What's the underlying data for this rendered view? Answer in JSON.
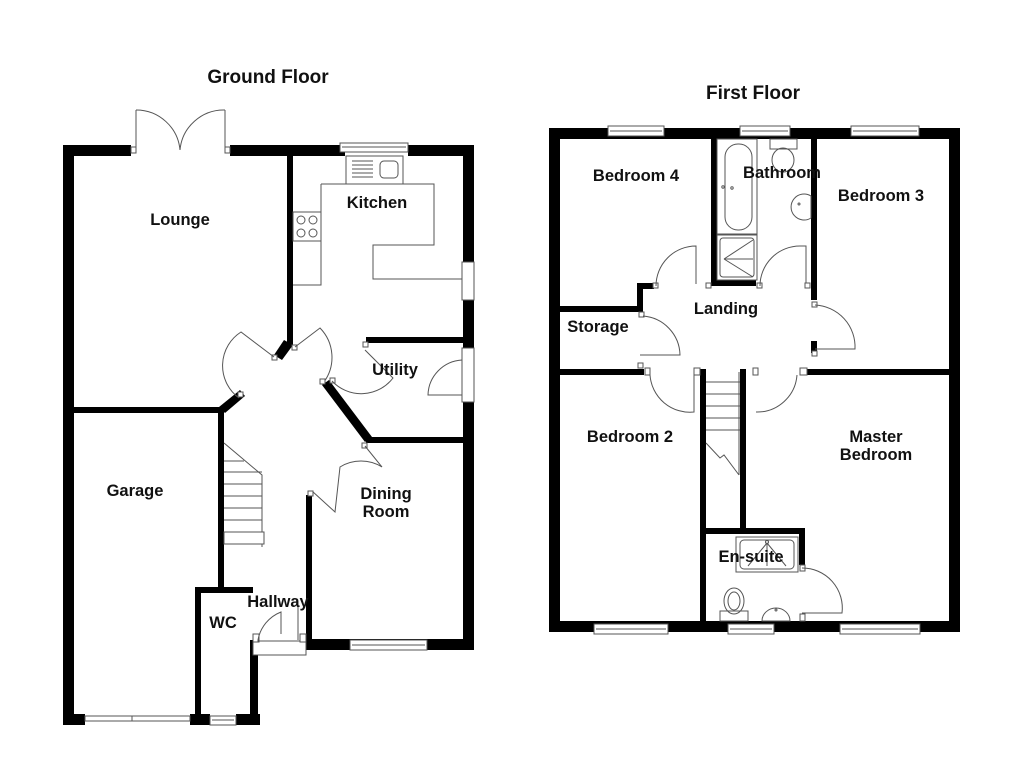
{
  "plan": {
    "background": "#ffffff",
    "wall_color": "#000000",
    "fixture_color": "#555555"
  },
  "floors": [
    {
      "title": "Ground Floor",
      "rooms": [
        {
          "label": "Lounge"
        },
        {
          "label": "Kitchen"
        },
        {
          "label": "Utility"
        },
        {
          "label": "Garage"
        },
        {
          "label": "Dining Room",
          "lines": [
            "Dining",
            "Room"
          ]
        },
        {
          "label": "Hallway"
        },
        {
          "label": "WC"
        }
      ]
    },
    {
      "title": "First Floor",
      "rooms": [
        {
          "label": "Bedroom 4"
        },
        {
          "label": "Bathroom"
        },
        {
          "label": "Bedroom 3"
        },
        {
          "label": "Storage"
        },
        {
          "label": "Landing"
        },
        {
          "label": "Bedroom 2"
        },
        {
          "label": "Master Bedroom",
          "lines": [
            "Master",
            "Bedroom"
          ]
        },
        {
          "label": "En-suite"
        }
      ]
    }
  ]
}
